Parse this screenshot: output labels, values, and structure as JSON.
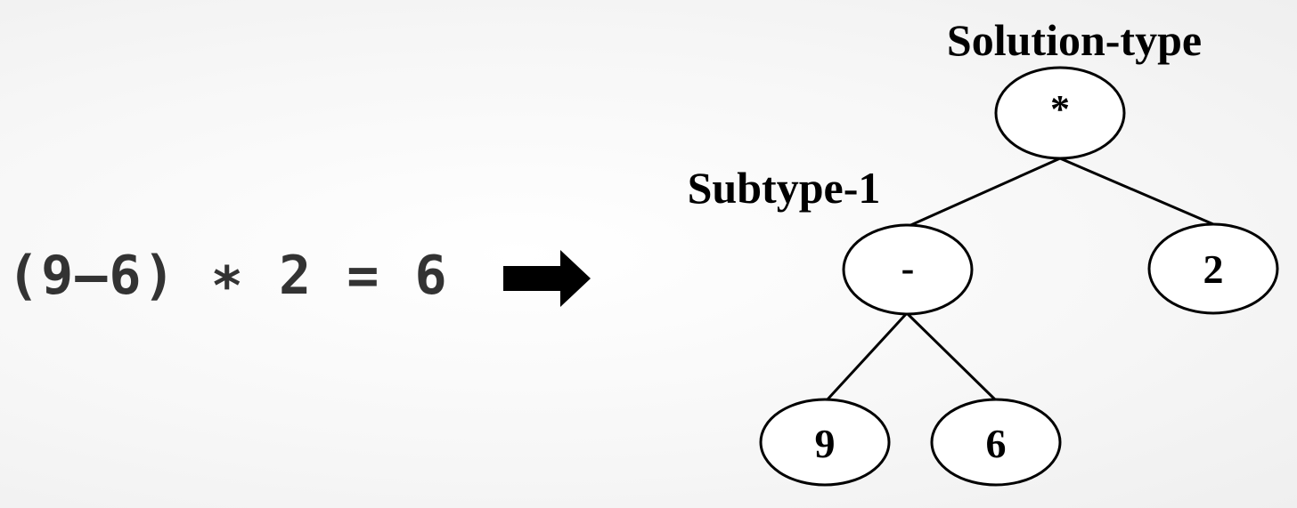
{
  "equation": "(9–6) ∗ 2 = 6",
  "tree": {
    "root_label": "Solution-type",
    "subtree_label": "Subtype-1",
    "nodes": {
      "root": "*",
      "minus": "-",
      "two": "2",
      "nine": "9",
      "six": "6"
    }
  }
}
